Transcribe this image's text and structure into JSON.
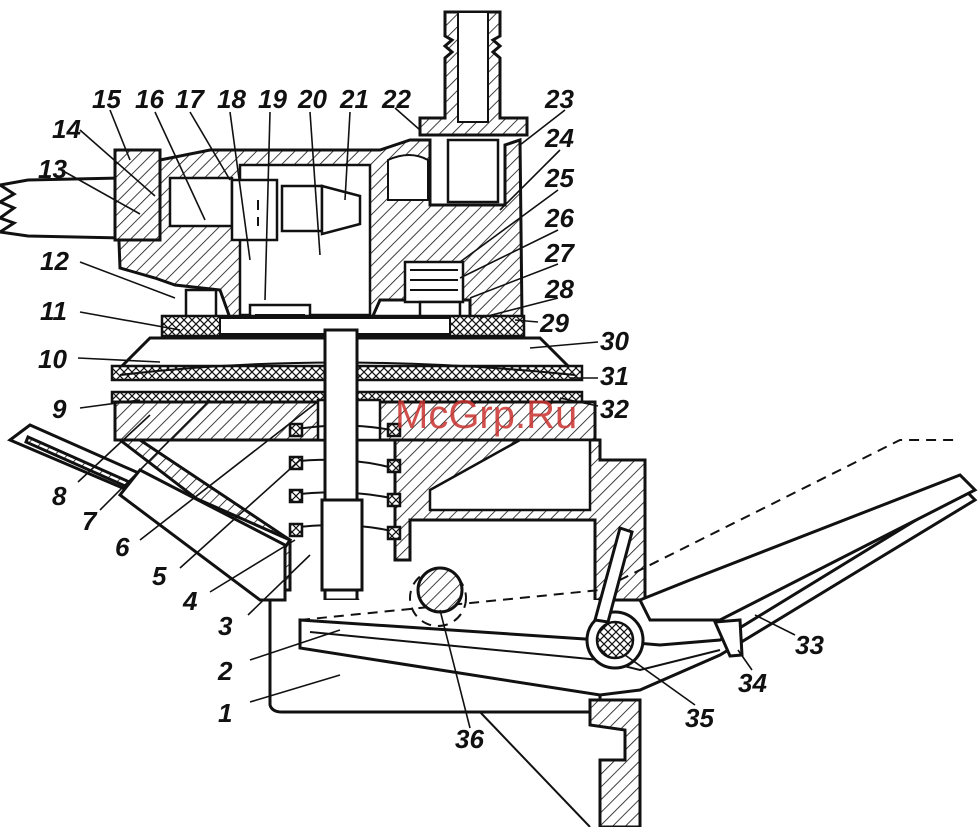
{
  "labels": [
    "1",
    "2",
    "3",
    "4",
    "5",
    "6",
    "7",
    "8",
    "9",
    "10",
    "11",
    "12",
    "13",
    "14",
    "15",
    "16",
    "17",
    "18",
    "19",
    "20",
    "21",
    "22",
    "23",
    "24",
    "25",
    "26",
    "27",
    "28",
    "29",
    "30",
    "31",
    "32",
    "33",
    "34",
    "35",
    "36"
  ],
  "watermark": "McGrp.Ru"
}
